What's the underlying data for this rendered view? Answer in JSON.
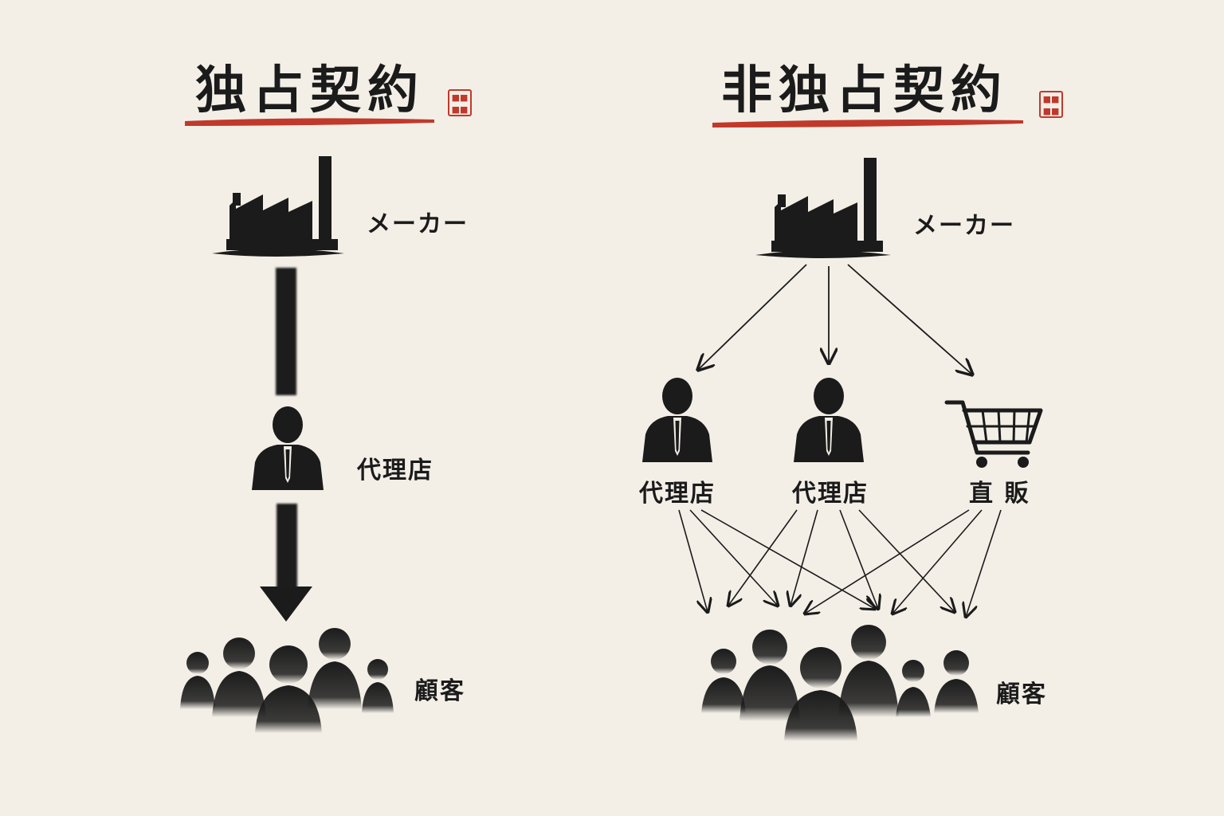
{
  "left": {
    "title": "独占契約",
    "maker": "メーカー",
    "agent": "代理店",
    "customers": "顧客"
  },
  "right": {
    "title": "非独占契約",
    "maker": "メーカー",
    "agent1": "代理店",
    "agent2": "代理店",
    "direct": "直 販",
    "customers": "顧客"
  },
  "colors": {
    "ink": "#1b1b1b",
    "accent": "#c0392b",
    "paper": "#f3efe7"
  }
}
